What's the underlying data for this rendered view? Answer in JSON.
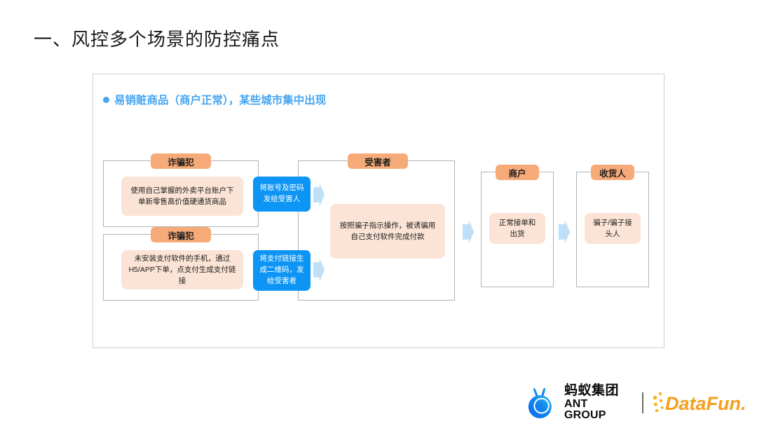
{
  "slide": {
    "title": "一、风控多个场景的防控痛点",
    "panel_heading": "易销赃商品（商户正常），某些城市集中出现",
    "bullet_icon": "filled-circle-bullet-icon",
    "colors": {
      "accent_blue": "#46A5F0",
      "action_blue": "#0D95F5",
      "role_orange": "#F5AA78",
      "card_peach": "#FBE4D5",
      "arrow_blue": "#BEDFF8",
      "frame_gray": "#b3b3b3",
      "panel_border": "#cfcfcf"
    }
  },
  "flow": {
    "groups": [
      {
        "id": "fraudster-1",
        "role_label": "诈骗犯",
        "card_text": "使用自己掌握的外卖平台账户下单新零售高价值硬通货商品",
        "action_text": "将账号及密码发给受害人"
      },
      {
        "id": "fraudster-2",
        "role_label": "诈骗犯",
        "card_text": "未安装支付软件的手机，通过H5/APP下单，点支付生成支付链接",
        "action_text": "将支付链接生成二维码，发给受害者"
      },
      {
        "id": "victim",
        "role_label": "受害者",
        "card_text": "按照骗子指示操作，被诱骗用自己支付软件完成付款"
      },
      {
        "id": "merchant",
        "role_label": "商户",
        "card_text": "正常接单和出货"
      },
      {
        "id": "receiver",
        "role_label": "收货人",
        "card_text": "骗子/骗子接头人"
      }
    ],
    "arrows": [
      {
        "id": "arrow-fraudster1-to-victim",
        "icon": "right-arrow-icon"
      },
      {
        "id": "arrow-fraudster2-to-victim",
        "icon": "right-arrow-icon"
      },
      {
        "id": "arrow-victim-to-merchant",
        "icon": "right-arrow-icon"
      },
      {
        "id": "arrow-merchant-to-receiver",
        "icon": "right-arrow-icon"
      }
    ]
  },
  "footer": {
    "ant_logo_icon": "ant-group-logo-icon",
    "ant_name_cn": "蚂蚁集团",
    "ant_name_en": "ANT GROUP",
    "datafun_logo_icon": "datafun-logo-icon",
    "datafun_name": "DataFun."
  }
}
